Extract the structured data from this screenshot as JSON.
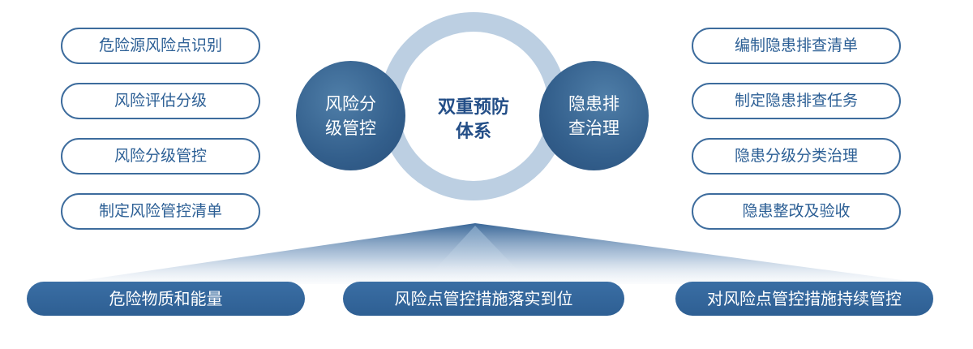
{
  "left_items": [
    "危险源风险点识别",
    "风险评估分级",
    "风险分级管控",
    "制定风险管控清单"
  ],
  "right_items": [
    "编制隐患排查清单",
    "制定隐患排查任务",
    "隐患分级分类治理",
    "隐患整改及验收"
  ],
  "center": {
    "line1": "双重预防",
    "line2": "体系"
  },
  "left_circle": {
    "line1": "风险分",
    "line2": "级管控"
  },
  "right_circle": {
    "line1": "隐患排",
    "line2": "查治理"
  },
  "bottom_bars": [
    "危险物质和能量",
    "风险点管控措施落实到位",
    "对风险点管控措施持续管控"
  ],
  "colors": {
    "primary": "#2e5f93",
    "pill_border": "#3d6c9d",
    "pill_text": "#2c5f95",
    "ring": "#bccfe2",
    "center_text": "#234e87"
  }
}
